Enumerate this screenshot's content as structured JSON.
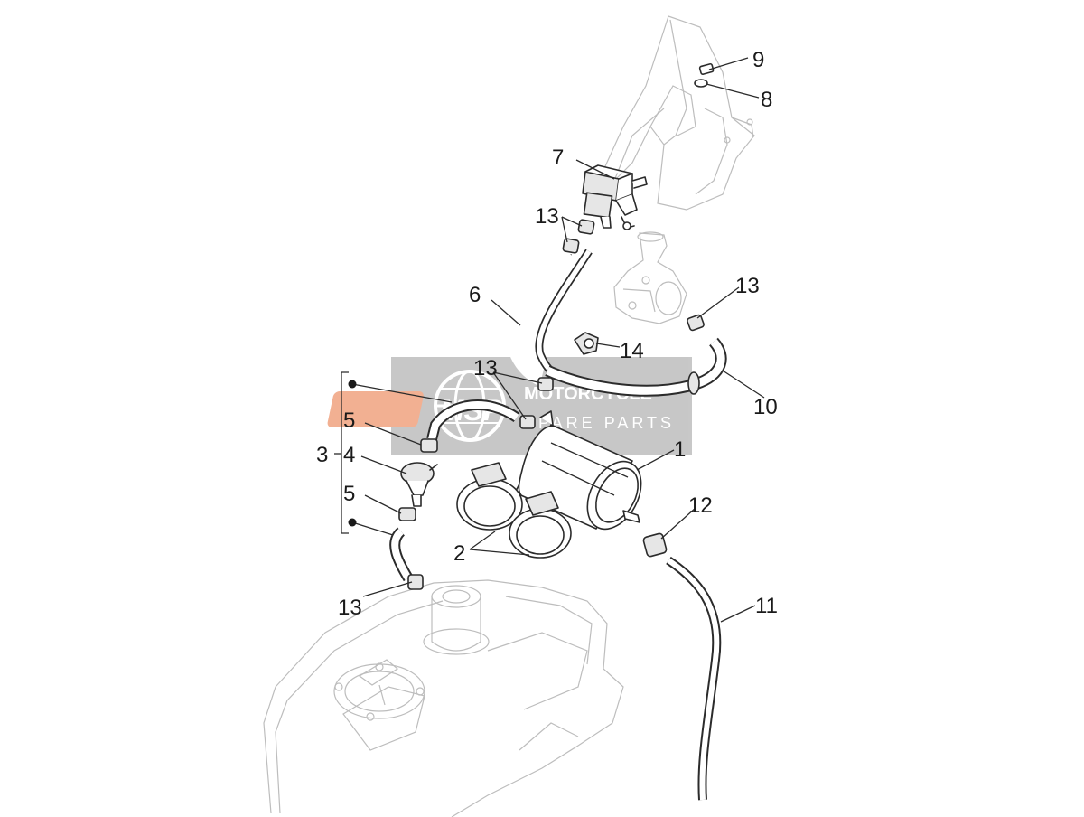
{
  "diagram": {
    "part_labels": {
      "p1": "1",
      "p2": "2",
      "p3": "3",
      "p4": "4",
      "p5a": "5",
      "p5b": "5",
      "p6": "6",
      "p7": "7",
      "p8": "8",
      "p9": "9",
      "p10": "10",
      "p11": "11",
      "p12": "12",
      "p13a": "13",
      "p13b": "13",
      "p13c": "13",
      "p13d": "13",
      "p14": "14"
    },
    "watermark": {
      "logo_text": "MSP",
      "line1": "MOTORCYCLE",
      "line2": "SPARE PARTS",
      "color": "#e8703a"
    }
  }
}
